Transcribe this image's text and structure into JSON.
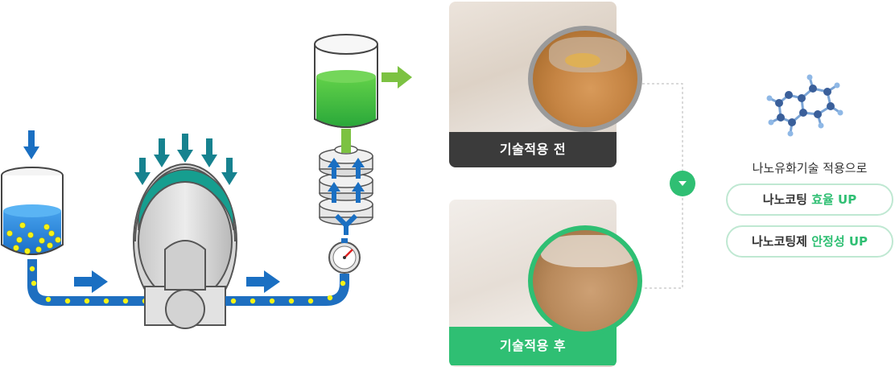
{
  "photos": {
    "before": {
      "caption": "기술적용 전"
    },
    "after": {
      "caption": "기술적용 후"
    }
  },
  "toggle": {
    "icon": "chevron-down-icon"
  },
  "summary": {
    "heading": "나노유화기술 적용으로",
    "benefits": [
      {
        "prefix": "나노코팅 ",
        "highlight": "효율 UP"
      },
      {
        "prefix": "나노코팅제 ",
        "highlight": "안정성 UP"
      }
    ]
  },
  "colors": {
    "accent_green": "#2fbf73",
    "pipe_blue": "#1e6fc0",
    "arrow_blue": "#1a6fc2",
    "arrow_teal": "#16828f",
    "arrow_lime": "#7cc242",
    "particle_yellow": "#f5f316",
    "liquid_blue": "#2a86d8",
    "liquid_green": "#3cbf3c",
    "caption_dark": "#3b3b3b"
  }
}
